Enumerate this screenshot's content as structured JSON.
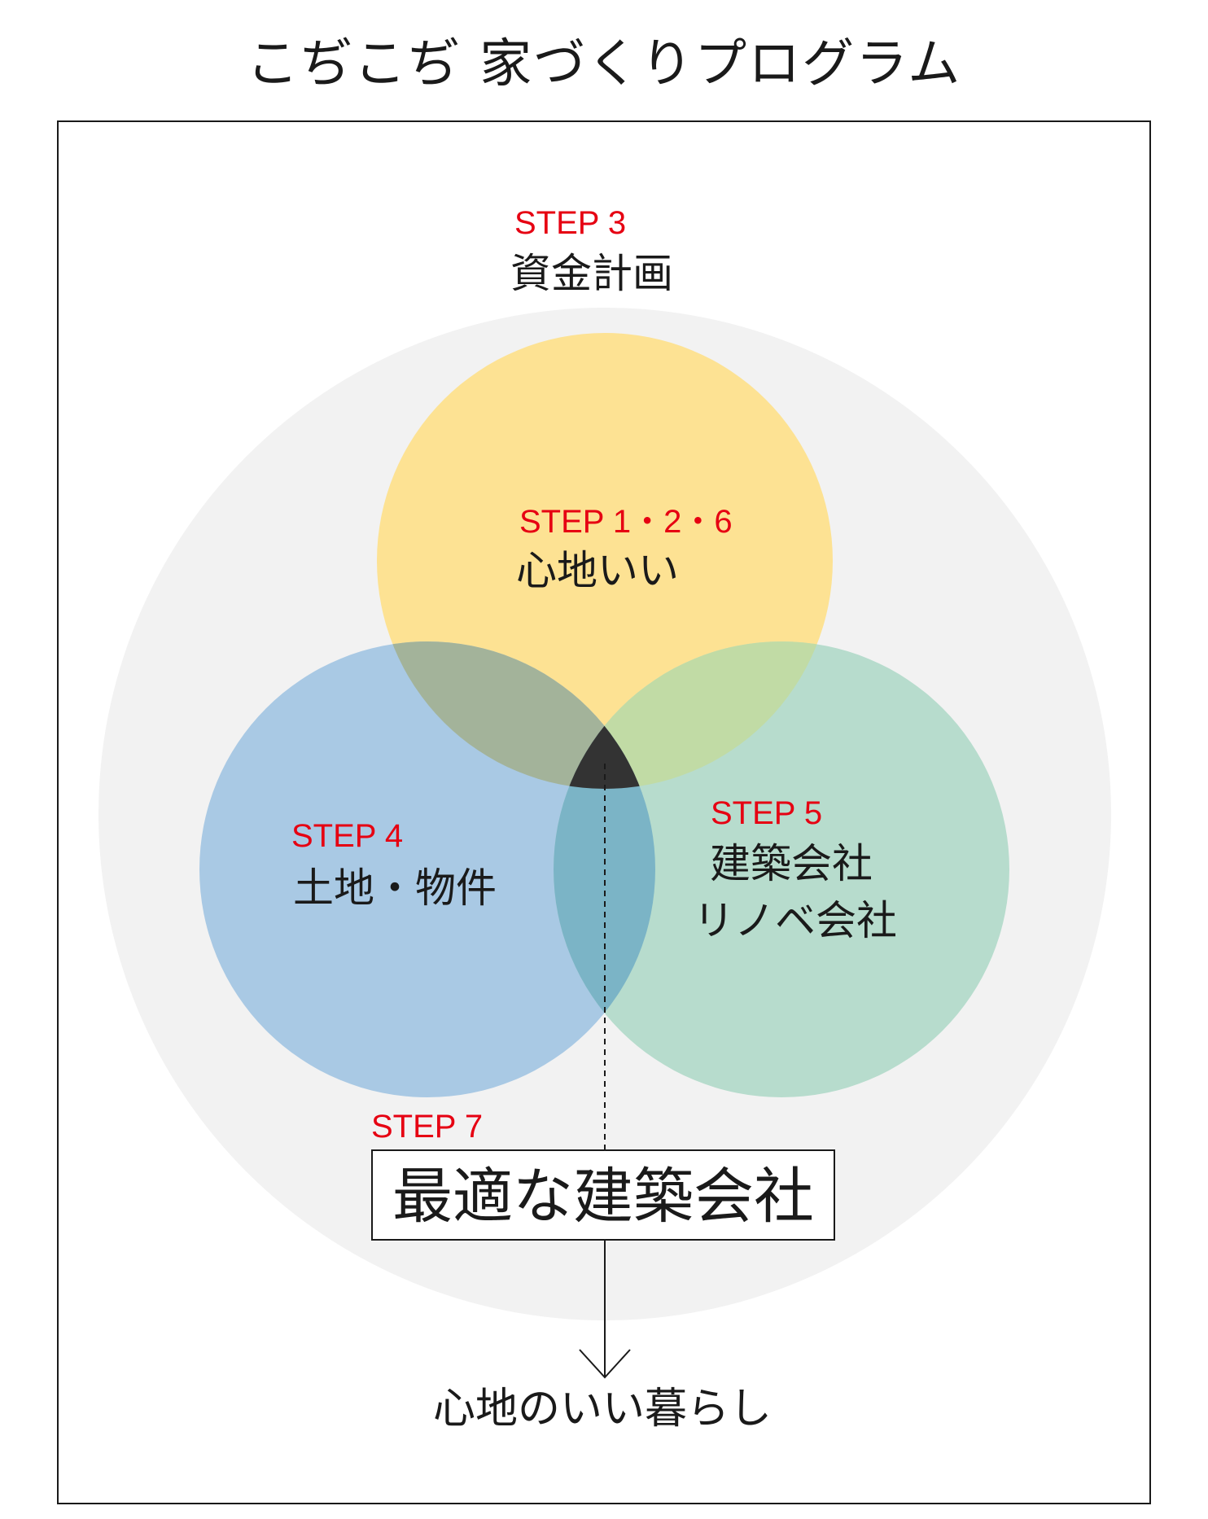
{
  "title": "こぢこぢ 家づくりプログラム",
  "outer_area": {
    "step": "STEP 3",
    "label": "資金計画",
    "color": "#f2f2f2"
  },
  "circle_top": {
    "step": "STEP 1・2・6",
    "label": "心地いい",
    "color": "#fde293"
  },
  "circle_left": {
    "step": "STEP 4",
    "label": "土地・物件",
    "color": "#a9c9e4"
  },
  "circle_right": {
    "step": "STEP 5",
    "label_line1": "建築会社",
    "label_line2": "リノベ会社",
    "color": "#b7dccd"
  },
  "center_box": {
    "step": "STEP 7",
    "label": "最適な建築会社"
  },
  "result": {
    "label": "心地のいい暮らし"
  },
  "colors": {
    "step_red": "#e60012",
    "text": "#1a1a1a",
    "top_left_overlap": "#a3b39a",
    "top_right_overlap": "#c1dba5",
    "left_right_overlap": "#7bb4c6",
    "center_overlap": "#333333"
  }
}
